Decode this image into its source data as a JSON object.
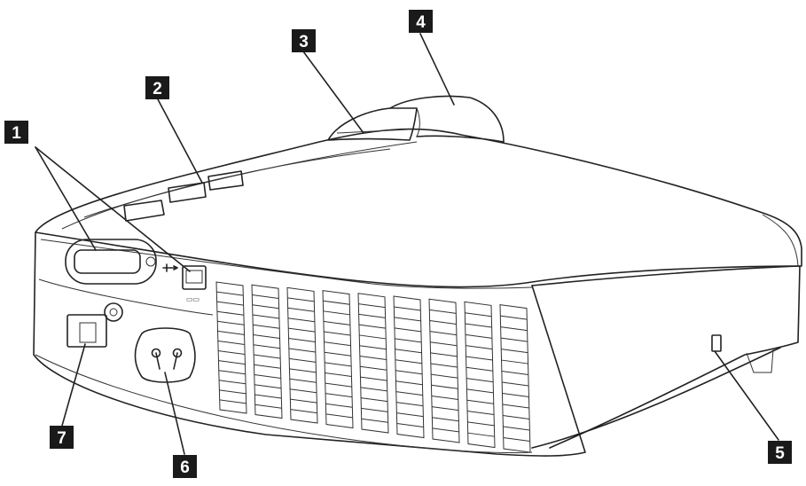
{
  "callouts": [
    {
      "label": "1"
    },
    {
      "label": "2"
    },
    {
      "label": "3"
    },
    {
      "label": "4"
    },
    {
      "label": "5"
    },
    {
      "label": "6"
    },
    {
      "label": "7"
    }
  ],
  "icons": {
    "video_port": "video-connector-icon",
    "usb_port": "usb-port-icon",
    "usb_symbol": "usb-symbol-icon",
    "power_socket": "power-socket-icon",
    "power_switch": "power-switch-icon",
    "security_slot": "security-lock-slot-icon",
    "vent": "vent-grille-icon",
    "lens": "lens-icon",
    "focus_ring": "focus-ring-icon"
  },
  "colors": {
    "ink": "#222222",
    "callout_fill": "#1a1a1a",
    "callout_text": "#ffffff",
    "background": "#ffffff"
  }
}
